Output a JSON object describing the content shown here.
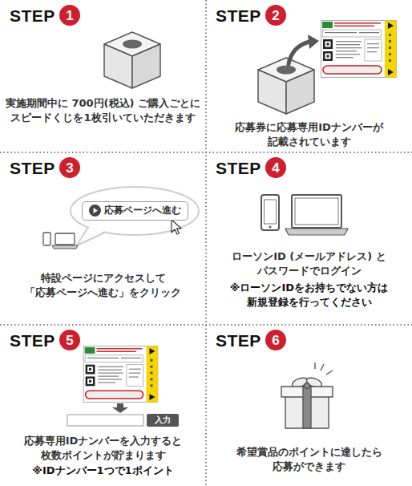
{
  "diagram": {
    "nodes": [
      {
        "text": [
          "STEP",
          "実施期間中に 700円(税込) ご購入ごとに スピードくじを1枚引いていただきます"
        ]
      },
      {
        "text": [
          "1"
        ],
        "in": 0
      },
      {
        "text": [
          "STEP",
          "応募券に応募専用IDナンバーが 記載されています"
        ]
      },
      {
        "text": [
          "2"
        ],
        "in": 2
      },
      {
        "text": [
          "STEP",
          "特設ページにアクセスして 「応募ページへ進む」をクリック"
        ]
      },
      {
        "text": [
          "3"
        ],
        "in": 4
      },
      {
        "text": [
          "応募ページへ進む"
        ],
        "in": 4
      },
      {
        "text": [
          "STEP",
          "ローソンID (メールアドレス) と パスワードでログイン",
          "※ローソンIDをお持ちでない方は 新規登録を行ってください"
        ]
      },
      {
        "text": [
          "4"
        ],
        "in": 7
      },
      {
        "text": [
          "STEP",
          "応募専用IDナンバーを入力すると 枚数ポイントが貯まります",
          "※IDナンバー1つで1ポイント"
        ]
      },
      {
        "text": [
          "5"
        ],
        "in": 9
      },
      {
        "text": [
          "入力"
        ],
        "in": 9
      },
      {
        "text": [
          "STEP",
          "希望賞品のポイントに達したら 応募ができます"
        ]
      },
      {
        "text": [
          "6"
        ],
        "in": 12
      }
    ]
  }
}
